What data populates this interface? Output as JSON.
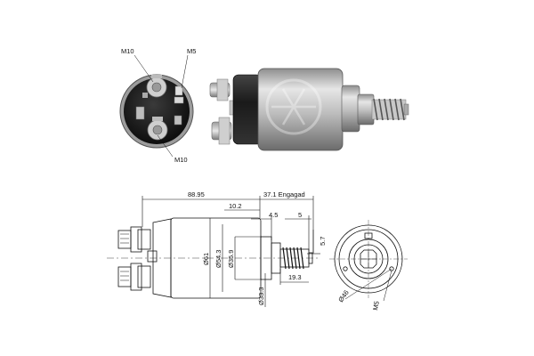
{
  "photo_left_labels": {
    "m10_top": "M10",
    "m5": "M5",
    "m10_bottom": "M10"
  },
  "drawing_labels": {
    "d_88_95": "88.95",
    "d_37_1": "37.1 Engagad",
    "d_10_2": "10.2",
    "d_4_5": "4.5",
    "d_5": "5",
    "d_5_7": "5.7",
    "d_61": "Ø61",
    "d_54_3": "Ø54.3",
    "d_35_9": "Ø35.9",
    "d_33_3": "Ø33.3",
    "d_19_3": "19.3",
    "d_46": "Ø46",
    "m5_front": "M5"
  },
  "colors": {
    "metal_light": "#d9d9d9",
    "metal_mid": "#a8a8a8",
    "metal_dark": "#5a5a5a",
    "cap_black": "#1c1c1c"
  }
}
